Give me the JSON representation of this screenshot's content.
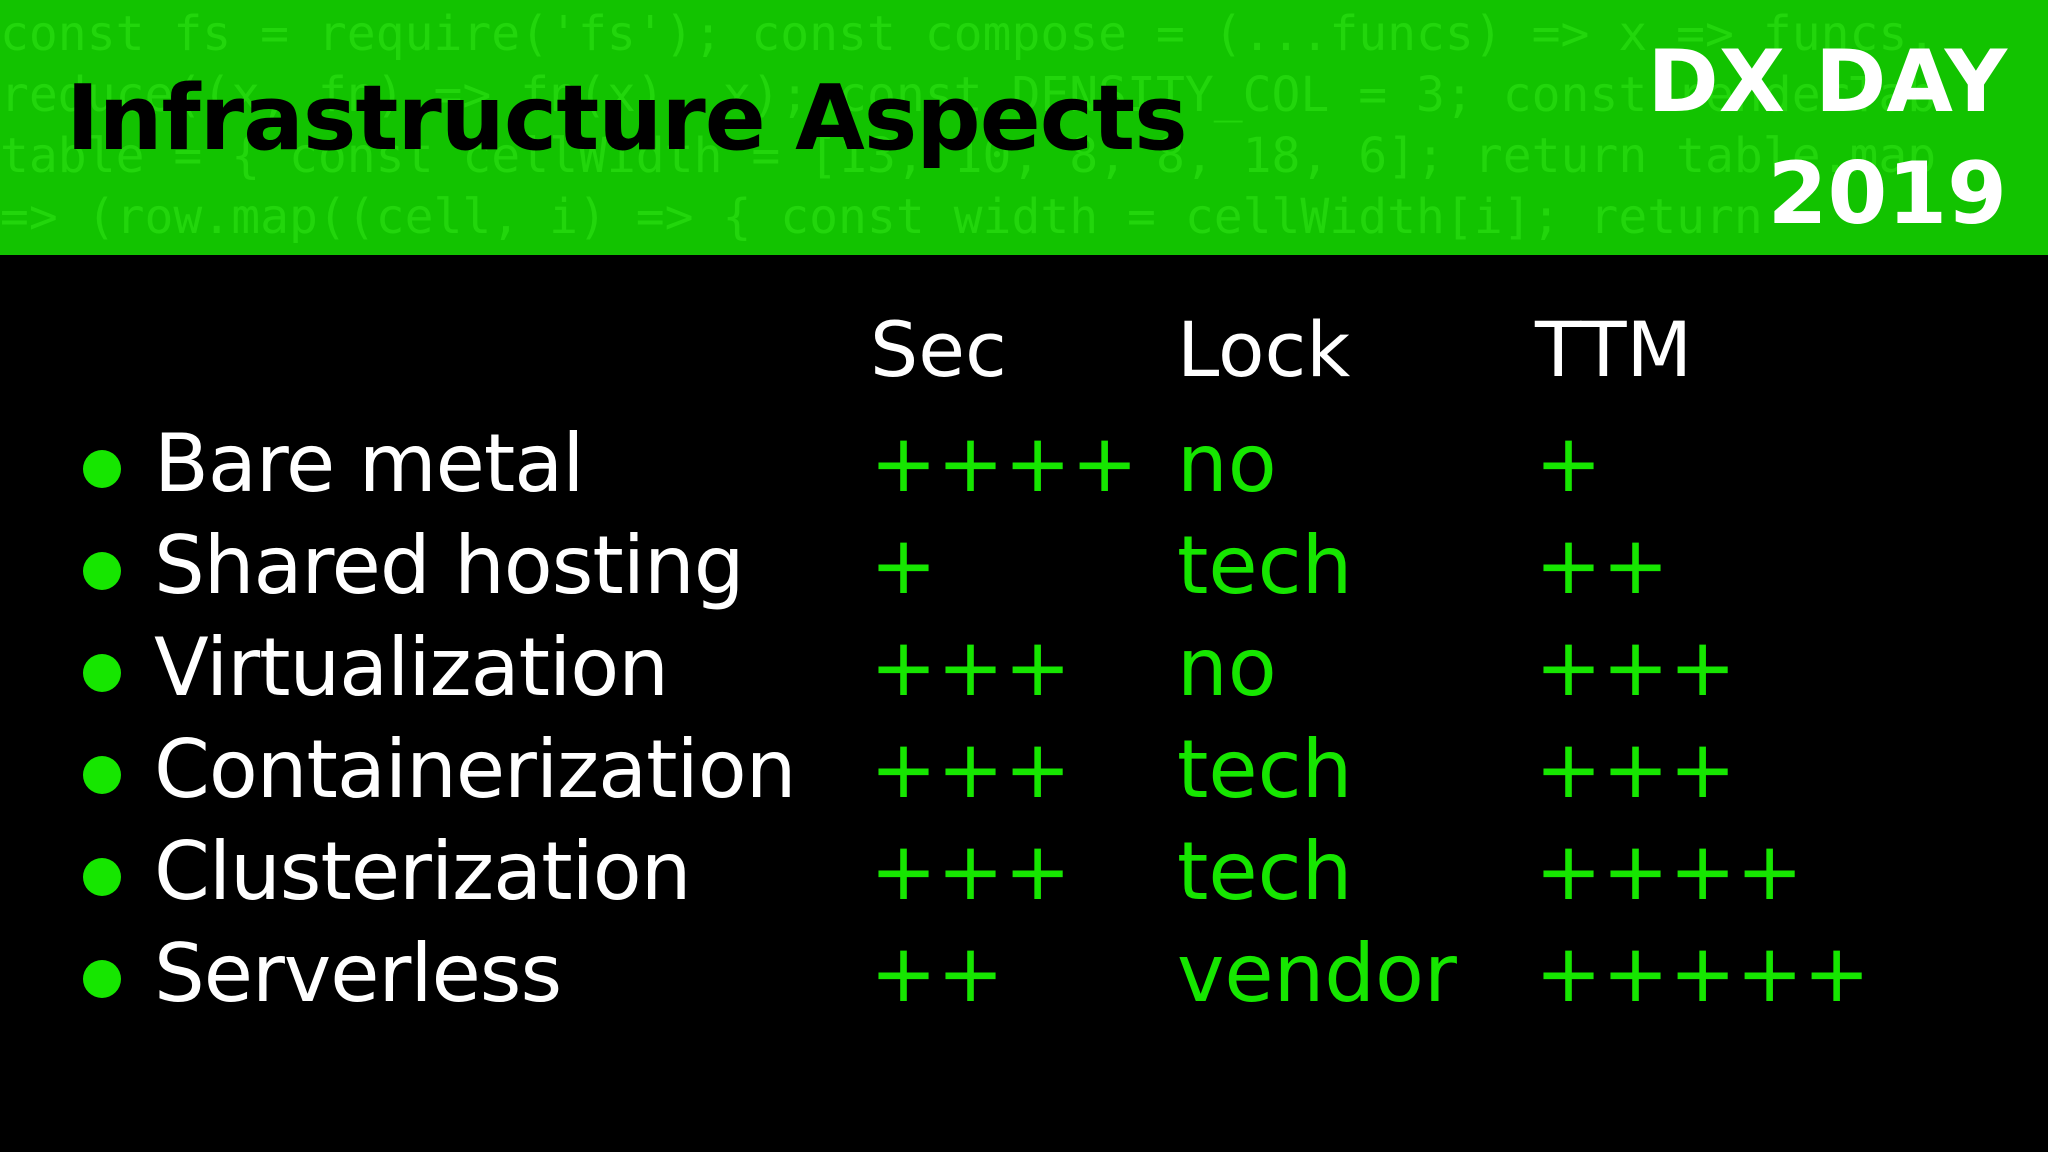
{
  "header": {
    "title": "Infrastructure Aspects",
    "event_line1": "DX DAY",
    "event_line2": "2019",
    "background_code": [
      "const fs = require('fs'); const compose = (...funcs) => x => funcs.",
      "reduce((x, fn) => fn(x), x); const DENSITY_COL = 3; const renderTab",
      "table = { const cellWidth = [13, 10, 8, 8, 18, 6]; return table.map",
      "=> (row.map((cell, i) => { const width = cellWidth[i]; return"
    ]
  },
  "colors": {
    "header_green": "#12c300",
    "accent_green": "#16e600",
    "background": "#000000",
    "text": "#ffffff"
  },
  "table": {
    "columns": [
      "Sec",
      "Lock",
      "TTM"
    ],
    "rows": [
      {
        "name": "Bare metal",
        "sec": "++++",
        "lock": "no",
        "ttm": "+"
      },
      {
        "name": "Shared hosting",
        "sec": "+",
        "lock": "tech",
        "ttm": "++"
      },
      {
        "name": "Virtualization",
        "sec": "+++",
        "lock": "no",
        "ttm": "+++"
      },
      {
        "name": "Containerization",
        "sec": "+++",
        "lock": "tech",
        "ttm": "+++"
      },
      {
        "name": "Clusterization",
        "sec": "+++",
        "lock": "tech",
        "ttm": "++++"
      },
      {
        "name": "Serverless",
        "sec": "++",
        "lock": "vendor",
        "ttm": "+++++"
      }
    ]
  }
}
